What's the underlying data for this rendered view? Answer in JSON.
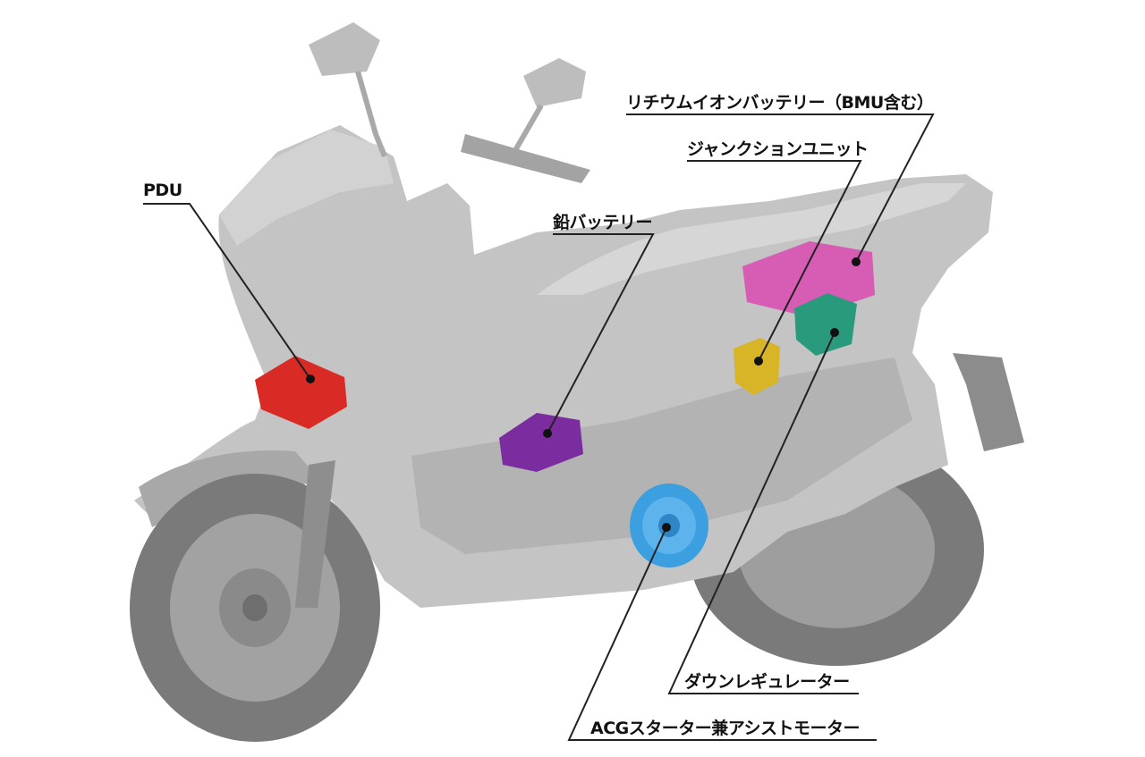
{
  "title": "",
  "labels": {
    "pdu": "PDU",
    "lead_battery": "鉛バッテリー",
    "lithium_battery": "リチウムイオンバッテリー（BMU含む）",
    "junction_unit": "ジャンクションユニット",
    "down_regulator": "ダウンレギュレーター",
    "acg_motor": "ACGスターター兼アシストモーター"
  },
  "colors": {
    "pdu": "#d92a25",
    "lead_battery": "#7b2da0",
    "lithium_battery": "#d65cb4",
    "junction_unit": "#d8b526",
    "down_regulator": "#2a9a7c",
    "acg_motor": "#3b9fe0",
    "body": "#c4c4c4",
    "tire": "#7a7a7a",
    "leader_line": "#222222"
  }
}
